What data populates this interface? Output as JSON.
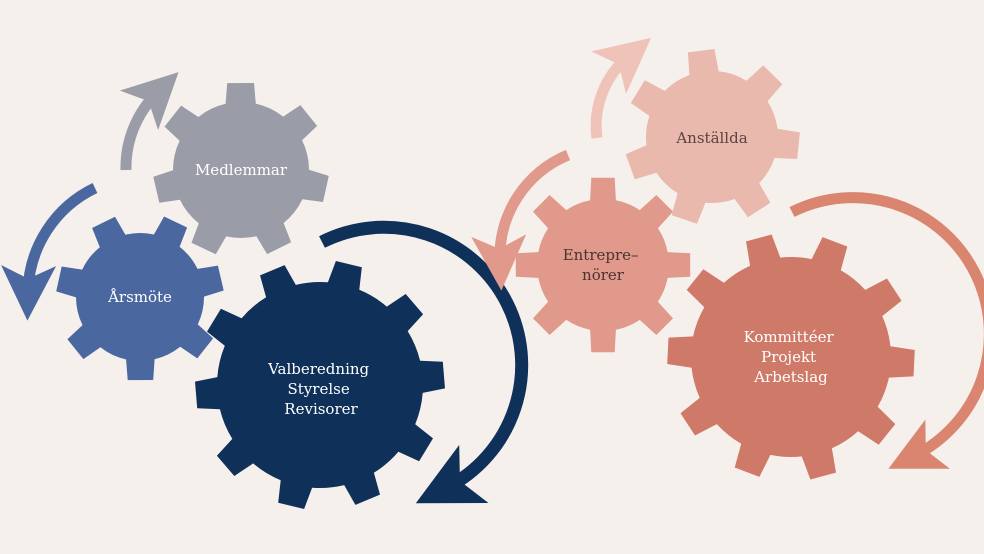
{
  "diagram": {
    "background": "#f6f0ed",
    "left_group": {
      "gears": [
        {
          "id": "medlemmar",
          "lines": [
            "Medlemmar"
          ],
          "color": "#9a9ca8",
          "text_color": "#ffffff"
        },
        {
          "id": "arsmote",
          "lines": [
            "Årsmöte"
          ],
          "color": "#4a67a0",
          "text_color": "#ffffff"
        },
        {
          "id": "valberedning",
          "lines": [
            "Valberedning",
            "Styrelse",
            "Revisorer"
          ],
          "color": "#0f3059",
          "text_color": "#ffffff"
        }
      ],
      "arrow_colors": [
        "#9a9ca8",
        "#4a67a0",
        "#0f3059"
      ]
    },
    "right_group": {
      "gears": [
        {
          "id": "anstallda",
          "lines": [
            "Anställda"
          ],
          "color": "#eab9ad",
          "text_color": "#5a4440"
        },
        {
          "id": "entreprenorer",
          "lines": [
            "Entrepre–",
            "nörer"
          ],
          "color": "#e0998a",
          "text_color": "#4a3430"
        },
        {
          "id": "kommitteer",
          "lines": [
            "Kommittéer",
            "Projekt",
            "Arbetslag"
          ],
          "color": "#cf7a68",
          "text_color": "#ffffff"
        }
      ],
      "arrow_colors": [
        "#efc3b8",
        "#e0998a",
        "#d9856f"
      ]
    }
  }
}
